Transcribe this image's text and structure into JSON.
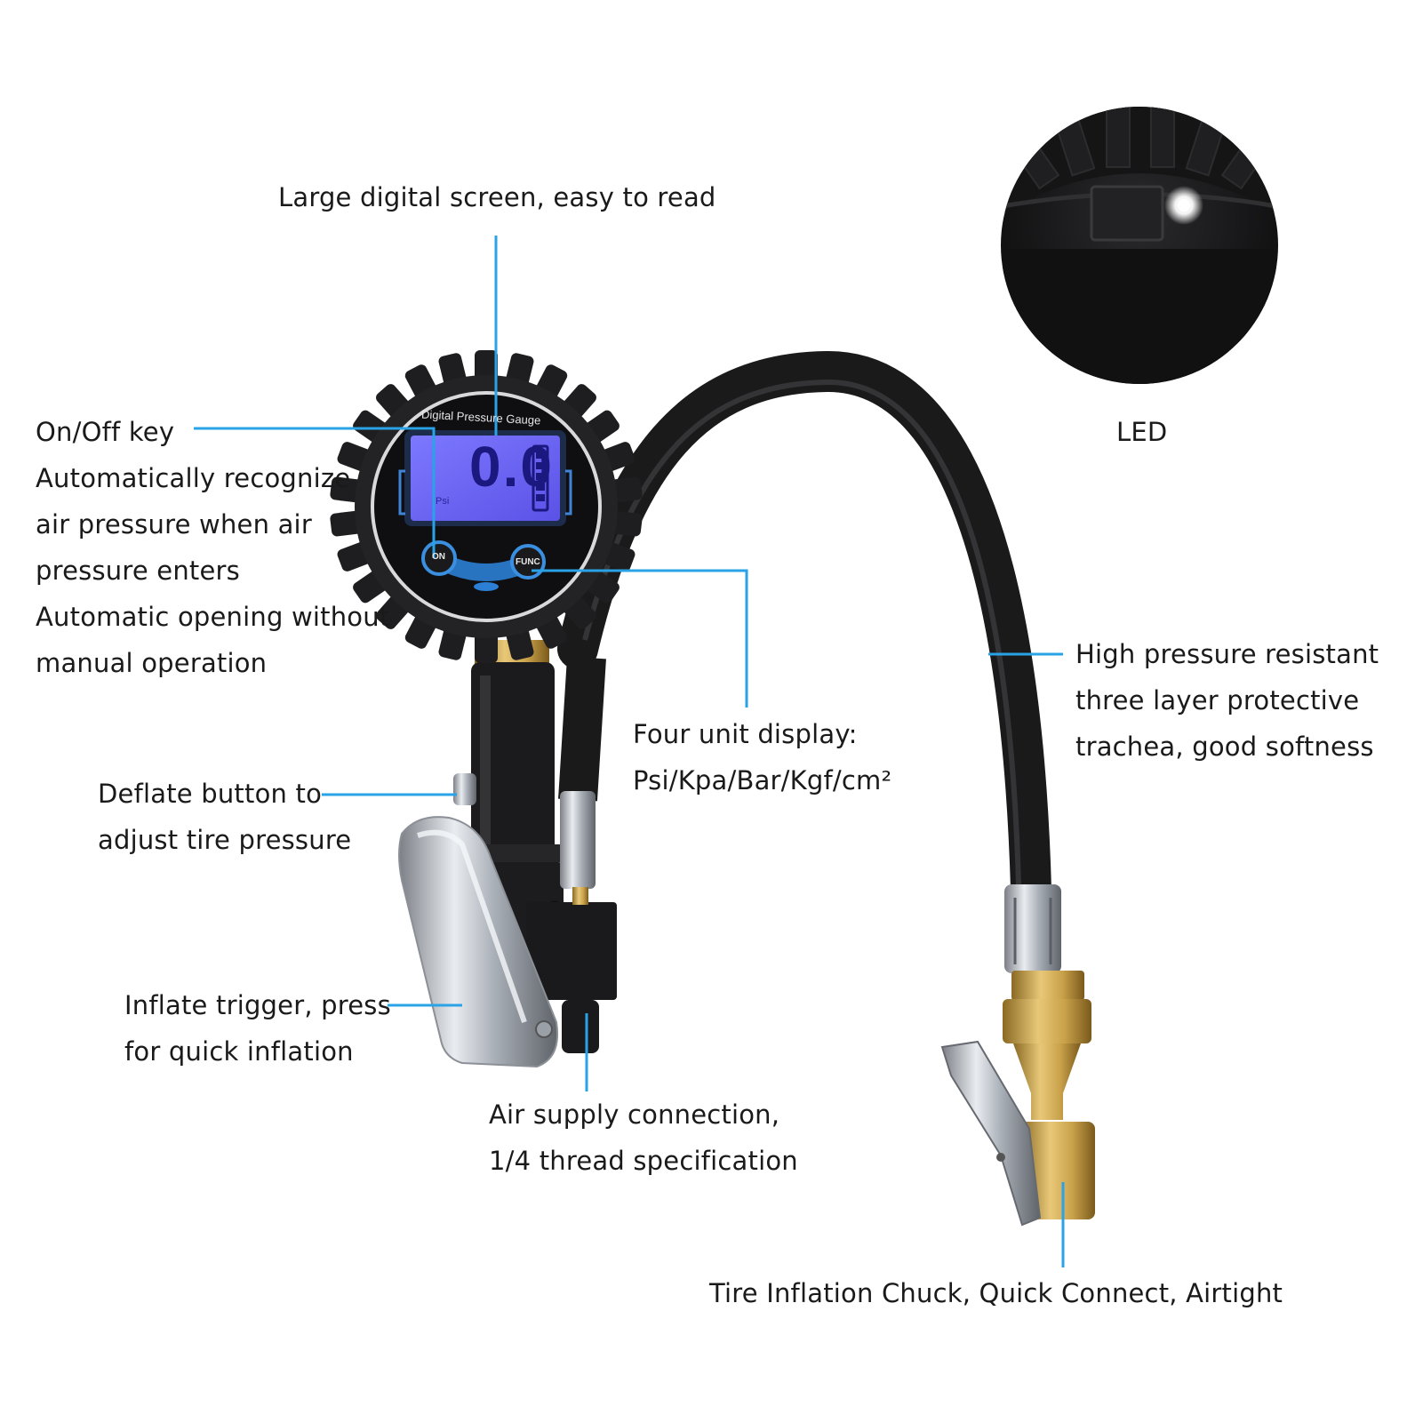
{
  "gauge": {
    "brand_text": "Digital Pressure Gauge",
    "reading": "0.0",
    "unit": "Psi",
    "on_label": "ON",
    "func_label": "FUNC"
  },
  "callouts": {
    "screen": "Large digital screen, easy to read",
    "onoff": [
      "On/Off key",
      "Automatically recognize",
      "air pressure when air",
      "pressure enters",
      "Automatic opening without",
      "manual operation"
    ],
    "units": [
      "Four unit display:",
      "Psi/Kpa/Bar/Kgf/cm²"
    ],
    "hose": [
      "High pressure resistant",
      "three layer protective",
      "trachea, good softness"
    ],
    "deflate": [
      "Deflate button to",
      "adjust tire pressure"
    ],
    "trigger": [
      "Inflate trigger, press",
      "for quick inflation"
    ],
    "air_supply": [
      "Air supply connection,",
      "1/4 thread specification"
    ],
    "chuck": "Tire Inflation Chuck, Quick Connect, Airtight",
    "led": "LED"
  },
  "colors": {
    "leader_line": "#2aa3e6",
    "lcd": "#6a63f2",
    "rubber": "#1c1c1e",
    "brass": "#c9a14a"
  }
}
